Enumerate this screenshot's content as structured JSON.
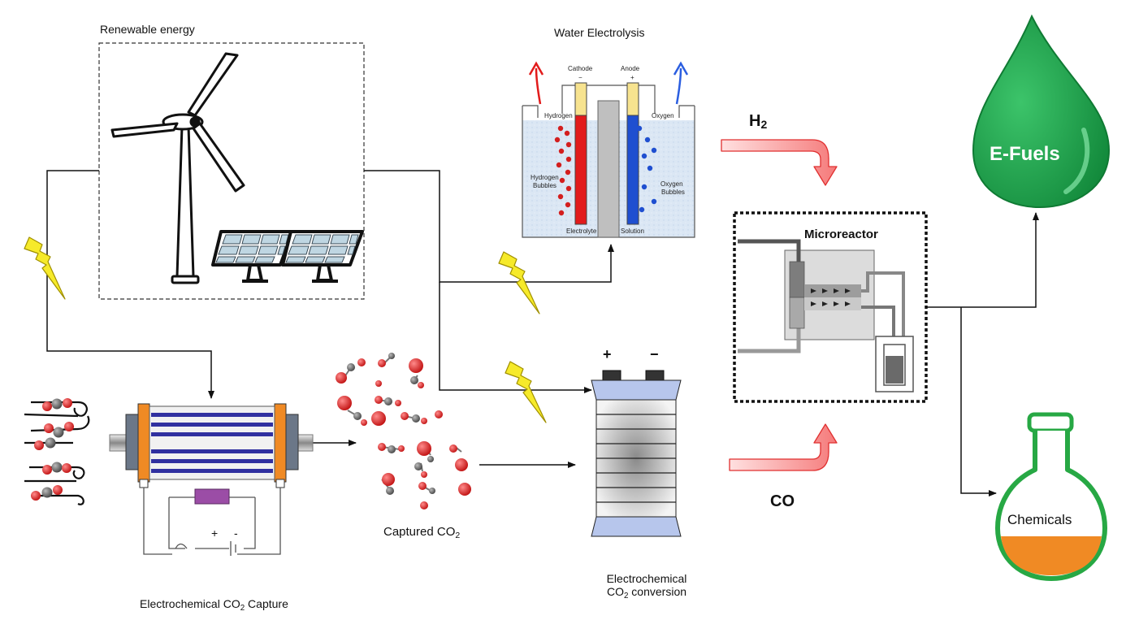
{
  "labels": {
    "renewable_energy": "Renewable energy",
    "water_electrolysis": "Water Electrolysis",
    "h2_base": "H",
    "h2_sub": "2",
    "co": "CO",
    "e_fuels": "E-Fuels",
    "microreactor": "Microreactor",
    "chemicals": "Chemicals",
    "captured_base": "Captured CO",
    "captured_sub": "2",
    "capture_pre": "Electrochemical CO",
    "capture_sub": "2",
    "capture_post": " Capture",
    "conversion_line1": "Electrochemical",
    "conversion_line2_base": "CO",
    "conversion_line2_sub": "2",
    "conversion_line2_post": " conversion",
    "battery_plus": "+",
    "battery_minus": "−",
    "circuit_plus": "+",
    "circuit_minus": "-"
  },
  "electrolysis": {
    "cathode": "Cathode",
    "anode": "Anode",
    "cathode_sign": "−",
    "anode_sign": "+",
    "hydrogen": "Hydrogen",
    "oxygen": "Oxygen",
    "hydrogen_bubbles_1": "Hydrogen",
    "hydrogen_bubbles_2": "Bubbles",
    "oxygen_bubbles_1": "Oxygen",
    "oxygen_bubbles_2": "Bubbles",
    "electrolyte": "Electrolyte",
    "solution": "Solution"
  },
  "colors": {
    "drop_green": "#1ea04c",
    "flask_green": "#27a844",
    "flask_liquid": "#f08a24",
    "h2_red": "#e21b1b",
    "o2_blue": "#1f4fd0",
    "arrow_pink": "#f7a0a0",
    "arrow_red": "#e03030",
    "lightning": "#f6ea2a",
    "battery_blue": "#b7c6ec",
    "capture_orange": "#f08a24",
    "membrane_blue": "#3030a0"
  }
}
